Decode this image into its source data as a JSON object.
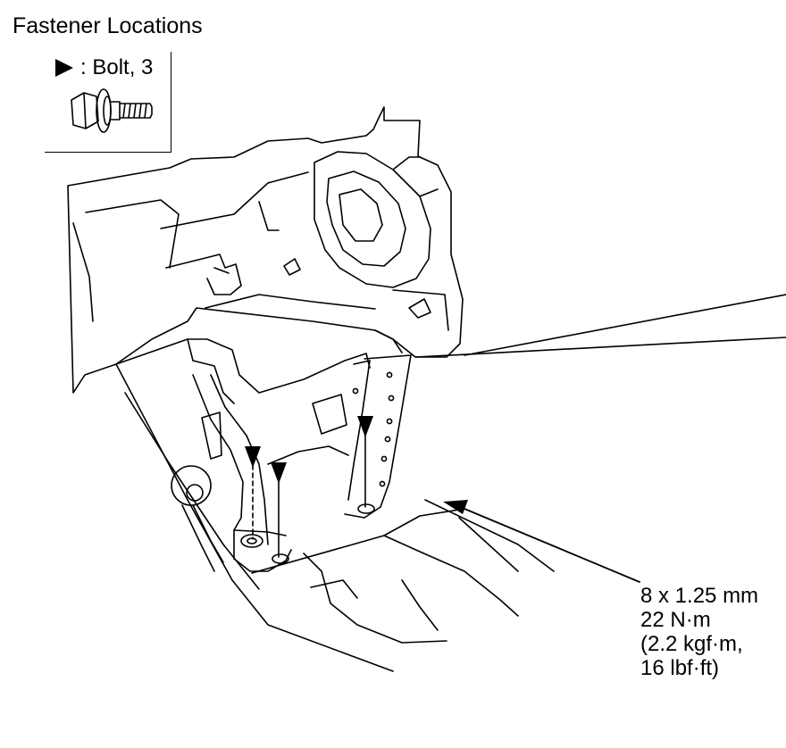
{
  "diagram": {
    "title": "Fastener Locations",
    "legend": {
      "symbol": "▶",
      "label": ": Bolt, 3",
      "symbol_icon": "bolt-arrow-icon",
      "part_icon": "flange-bolt-icon"
    },
    "spec": {
      "size": "8 x 1.25 mm",
      "torque_nm": "22 N·m",
      "torque_kgf": "(2.2 kgf·m,",
      "torque_lbf": "16 lbf·ft)"
    }
  }
}
